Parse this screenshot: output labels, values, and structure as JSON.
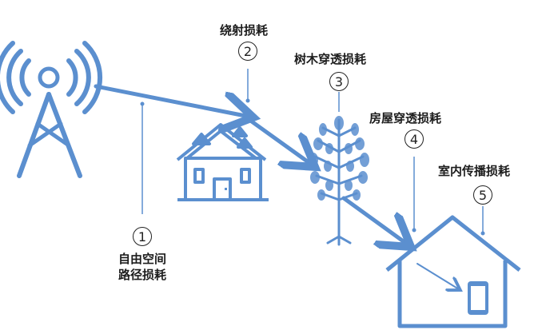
{
  "labels": {
    "free_space": "自由空间\n路径损耗",
    "diffraction": "绕射损耗",
    "tree": "树木穿透损耗",
    "house": "房屋穿透损耗",
    "indoor": "室内传播损耗"
  },
  "numbers": {
    "n1": "1",
    "n2": "2",
    "n3": "3",
    "n4": "4",
    "n5": "5"
  },
  "colors": {
    "primary": "#5b8fcf",
    "text": "#1c1c1c"
  },
  "icons": [
    "antenna-tower-icon",
    "house-icon",
    "tree-icon",
    "home-outline-icon",
    "smartphone-icon"
  ]
}
